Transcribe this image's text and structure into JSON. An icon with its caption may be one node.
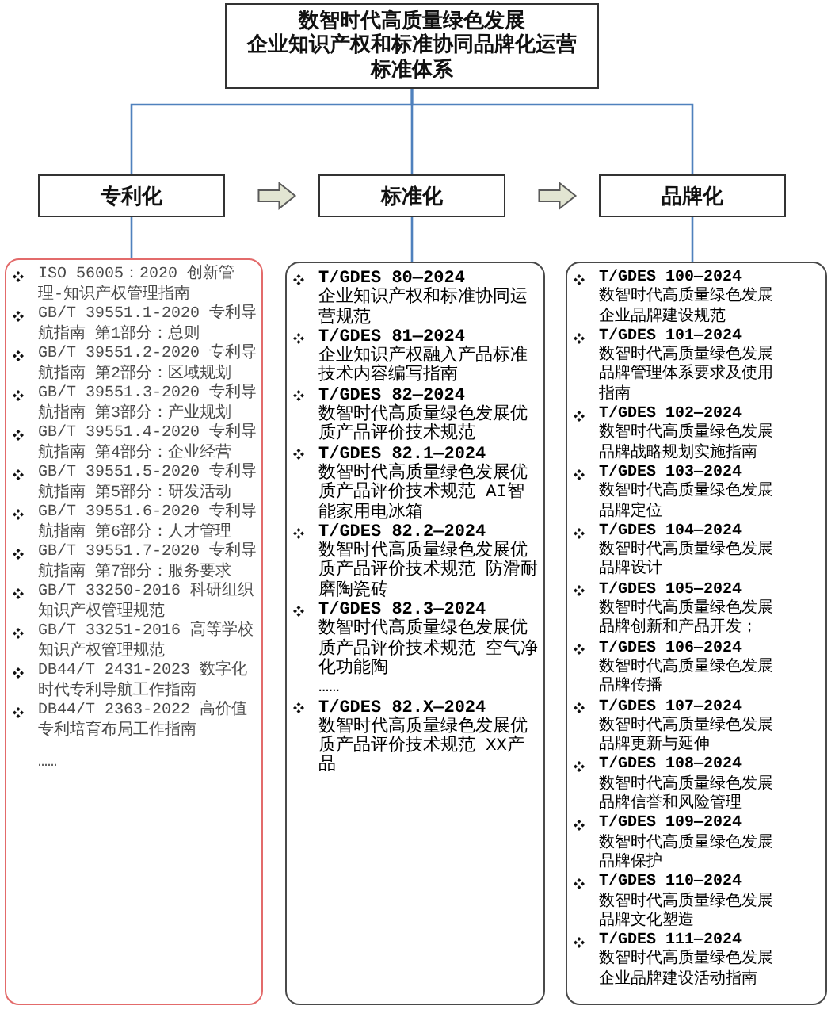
{
  "diagram": {
    "nodes": [
      {
        "text": [
          "数智时代高质量绿色发展",
          "企业知识产权和标准协同品牌化运营标准体系"
        ]
      },
      {
        "text": [
          "专利化"
        ]
      },
      {
        "text": [
          "标准化"
        ]
      },
      {
        "text": [
          "品牌化"
        ]
      },
      {
        "text": [
          "ISO 56005：2020 创新管理-知识产权管理指南",
          "GB/T 39551.1-2020 专利导航指南 第1部分：总则",
          "GB/T 39551.2-2020 专利导航指南 第2部分：区域规划",
          "GB/T 39551.3-2020 专利导航指南 第3部分：产业规划",
          "GB/T 39551.4-2020 专利导航指南 第4部分：企业经营",
          "GB/T 39551.5-2020 专利导航指南 第5部分：研发活动",
          "GB/T 39551.6-2020 专利导航指南 第6部分：人才管理",
          "GB/T 39551.7-2020 专利导航指南 第7部分：服务要求",
          "GB/T 33250-2016 科研组织知识产权管理规范",
          "GB/T 33251-2016 高等学校知识产权管理规范",
          "DB44/T 2431-2023 数字化时代专利导航工作指南",
          "DB44/T 2363-2022 高价值专利培育布局工作指南",
          "……"
        ]
      },
      {
        "text": [
          "**T/GDES 80—2024** 企业知识产权和标准协同运营规范",
          "**T/GDES 81—2024** 企业知识产权融入产品标准技术内容编写指南",
          "**T/GDES 82—2024** 数智时代高质量绿色发展优质产品评价技术规范",
          "**T/GDES 82.1—2024** 数智时代高质量绿色发展优质产品评价技术规范 AI智能家用电冰箱",
          "**T/GDES 82.2—2024** 数智时代高质量绿色发展优质产品评价技术规范 防滑耐磨陶瓷砖",
          "**T/GDES 82.3—2024** 数智时代高质量绿色发展优质产品评价技术规范 空气净化功能陶",
          "……",
          "**T/GDES 82.X—2024** 数智时代高质量绿色发展优质产品评价技术规范 XX产品"
        ]
      },
      {
        "text": [
          "**T/GDES 100—2024** 数智时代高质量绿色发展企业品牌建设规范",
          "**T/GDES 101—2024** 数智时代高质量绿色发展品牌管理体系要求及使用指南",
          "**T/GDES 102—2024** 数智时代高质量绿色发展品牌战略规划实施指南",
          "**T/GDES 103—2024** 数智时代高质量绿色发展品牌定位",
          "**T/GDES 104—2024** 数智时代高质量绿色发展品牌设计",
          "**T/GDES 105—2024** 数智时代高质量绿色发展品牌创新和产品开发；",
          "**T/GDES 106—2024** 数智时代高质量绿色发展品牌传播",
          "**T/GDES 107—2024** 数智时代高质量绿色发展品牌更新与延伸",
          "**T/GDES 108—2024** 数智时代高质量绿色发展品牌信誉和风险管理",
          "**T/GDES 109—2024** 数智时代高质量绿色发展品牌保护",
          "**T/GDES 110—2024** 数智时代高质量绿色发展品牌文化塑造",
          "**T/GDES 111—2024** 数智时代高质量绿色发展企业品牌建设活动指南"
        ]
      }
    ],
    "edges": [
      {
        "from": 0,
        "to": 1,
        "arrow": "none"
      },
      {
        "from": 0,
        "to": 2,
        "arrow": "none"
      },
      {
        "from": 0,
        "to": 3,
        "arrow": "none"
      },
      {
        "from": 1,
        "to": 2,
        "arrow": "to",
        "style": "thick",
        "color": "#e2e5d2"
      },
      {
        "from": 2,
        "to": 3,
        "arrow": "to",
        "style": "thick",
        "color": "#e2e5d2"
      },
      {
        "from": 1,
        "to": 4,
        "arrow": "none"
      },
      {
        "from": 2,
        "to": 5,
        "arrow": "none"
      },
      {
        "from": 3,
        "to": 6,
        "arrow": "none"
      }
    ]
  }
}
